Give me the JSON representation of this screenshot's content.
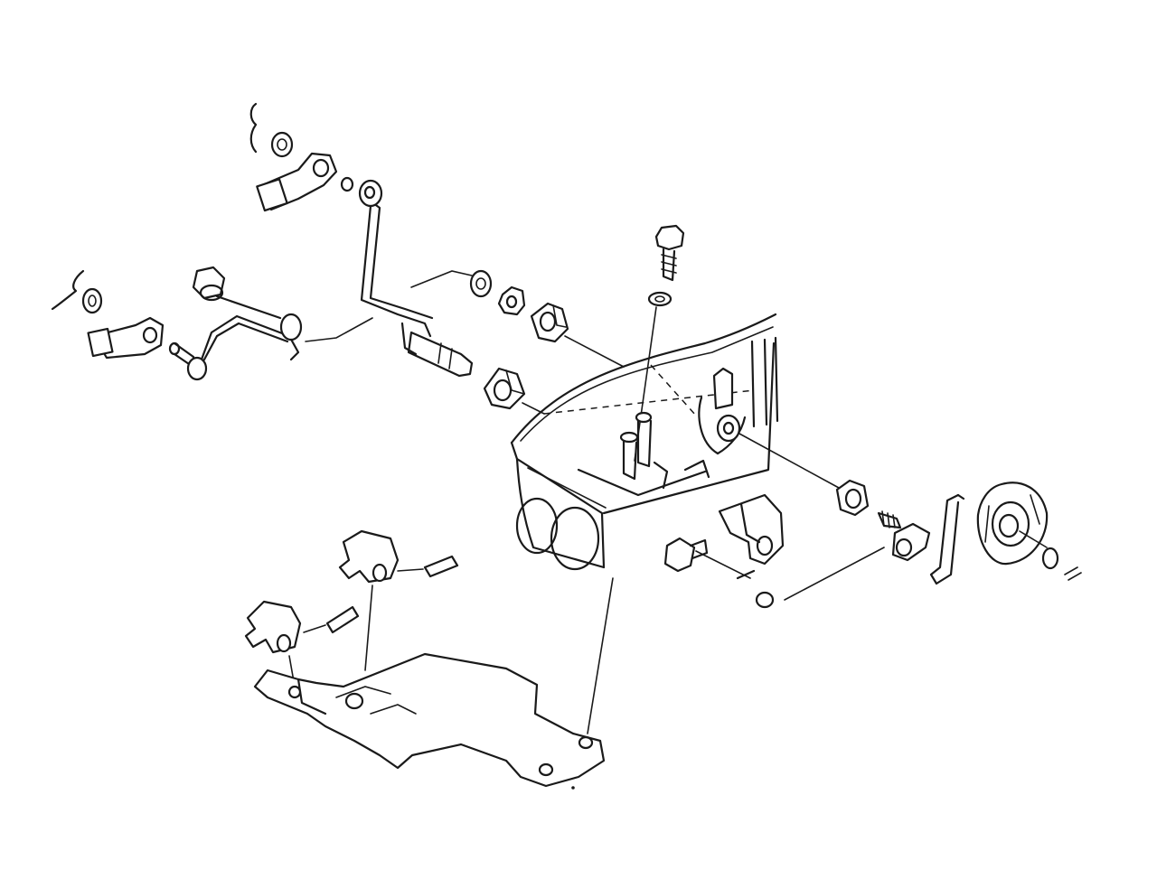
{
  "diagram": {
    "type": "exploded-parts-line-drawing",
    "colors": {
      "stroke": "#1a1a1a",
      "background": "#ffffff"
    },
    "parts": [
      "cotter-pin",
      "washer",
      "rod-end-joint",
      "shift-lever-crank",
      "throttle-lever-crank",
      "bushing",
      "nut",
      "bolt",
      "lock-washer",
      "housing",
      "cam-follower",
      "clamp",
      "bracket",
      "spring-clip",
      "dowel-pin"
    ]
  }
}
